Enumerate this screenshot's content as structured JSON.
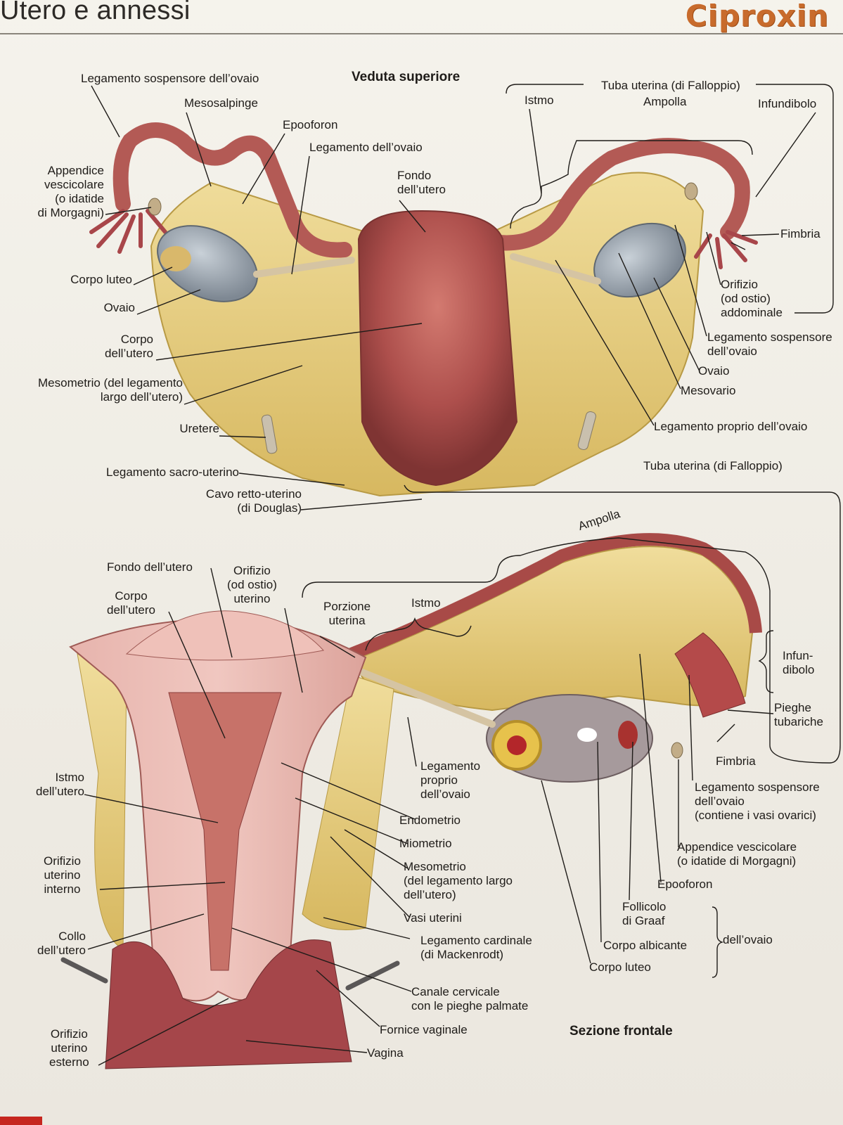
{
  "header": {
    "title": "Utero e annessi",
    "brand": "Ciproxin"
  },
  "top": {
    "view_title": "Veduta superiore",
    "labels": {
      "leg_sosp_l": "Legamento sospensore dell’ovaio",
      "mesosalpinge": "Mesosalpinge",
      "epooforon": "Epooforon",
      "leg_ovaio": "Legamento dell’ovaio",
      "appendice": "Appendice\nvescicolare\n(o idatide\ndi Morgagni)",
      "fondo": "Fondo\ndell’utero",
      "corpo_luteo": "Corpo luteo",
      "ovaio_l": "Ovaio",
      "corpo": "Corpo\ndell’utero",
      "mesometrio": "Mesometrio (del legamento\nlargo dell’utero)",
      "uretere": "Uretere",
      "leg_sacro": "Legamento sacro-uterino",
      "cavo": "Cavo retto-uterino\n(di Douglas)",
      "tuba": "Tuba uterina (di Falloppio)",
      "istmo": "Istmo",
      "ampolla": "Ampolla",
      "infundibolo": "Infundibolo",
      "fimbria": "Fimbria",
      "orifizio_add": "Orifizio\n(od ostio)\naddominale",
      "leg_sosp_r": "Legamento sospensore\ndell’ovaio",
      "ovaio_r": "Ovaio",
      "mesovario": "Mesovario",
      "leg_proprio": "Legamento proprio dell’ovaio"
    }
  },
  "bottom": {
    "view_title": "Sezione frontale",
    "labels": {
      "tuba": "Tuba uterina (di Falloppio)",
      "ampolla": "Ampolla",
      "fondo": "Fondo dell’utero",
      "orifizio_ut": "Orifizio\n(od ostio)\nuterino",
      "corpo": "Corpo\ndell’utero",
      "porzione": "Porzione\nuterina",
      "istmo_t": "Istmo",
      "infundibolo": "Infun-\ndibolo",
      "pieghe": "Pieghe\ntubariche",
      "fimbria": "Fimbria",
      "leg_proprio": "Legamento\nproprio\ndell’ovaio",
      "istmo_u": "Istmo\ndell’utero",
      "endometrio": "Endometrio",
      "miometrio": "Miometrio",
      "mesometrio": "Mesometrio\n(del legamento largo\ndell’utero)",
      "vasi": "Vasi uterini",
      "leg_cardinale": "Legamento cardinale\n(di Mackenrodt)",
      "orifizio_int": "Orifizio\nuterino\ninterno",
      "collo": "Collo\ndell’utero",
      "canale": "Canale cervicale\ncon le pieghe palmate",
      "fornice": "Fornice vaginale",
      "vagina": "Vagina",
      "orifizio_est": "Orifizio\nuterino\nesterno",
      "leg_sosp": "Legamento sospensore\ndell’ovaio\n(contiene i vasi ovarici)",
      "appendice": "Appendice vescicolare\n(o idatide di Morgagni)",
      "epooforon": "Epooforon",
      "follicolo": "Follicolo\ndi Graaf",
      "albicante": "Corpo albicante",
      "luteo": "Corpo luteo",
      "ovaio_group": "dell’ovaio"
    }
  },
  "colors": {
    "brand": "#c86b2c",
    "uterus": "#b2514f",
    "ligament": "#dcc27a",
    "ovary": "#9aa3ad"
  }
}
